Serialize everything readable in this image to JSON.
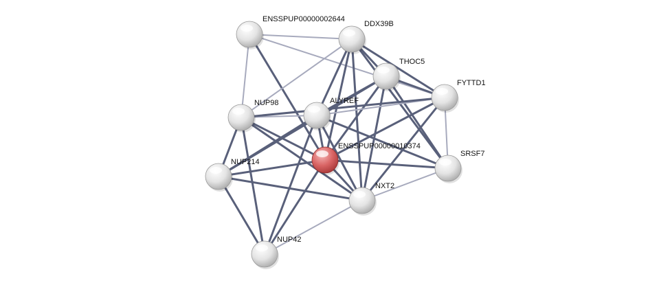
{
  "nodes": [
    {
      "id": "n_2644",
      "label": "ENSSPUP00000002644",
      "query": false
    },
    {
      "id": "n_ddx39b",
      "label": "DDX39B",
      "query": false
    },
    {
      "id": "n_thoc5",
      "label": "THOC5",
      "query": false
    },
    {
      "id": "n_fyttd1",
      "label": "FYTTD1",
      "query": false
    },
    {
      "id": "n_nup98",
      "label": "NUP98",
      "query": false
    },
    {
      "id": "n_alyref",
      "label": "ALYREF",
      "query": false
    },
    {
      "id": "n_10374",
      "label": "ENSSPUP00000010374",
      "query": true
    },
    {
      "id": "n_srsf7",
      "label": "SRSF7",
      "query": false
    },
    {
      "id": "n_nup214",
      "label": "NUP214",
      "query": false
    },
    {
      "id": "n_nxt2",
      "label": "NXT2",
      "query": false
    },
    {
      "id": "n_nup42",
      "label": "NUP42",
      "query": false
    }
  ],
  "edges": [
    {
      "source": "n_2644",
      "target": "n_ddx39b",
      "strength": "weak"
    },
    {
      "source": "n_2644",
      "target": "n_fyttd1",
      "strength": "weak"
    },
    {
      "source": "n_2644",
      "target": "n_nup98",
      "strength": "weak"
    },
    {
      "source": "n_2644",
      "target": "n_10374",
      "strength": "strong"
    },
    {
      "source": "n_ddx39b",
      "target": "n_thoc5",
      "strength": "strong"
    },
    {
      "source": "n_ddx39b",
      "target": "n_fyttd1",
      "strength": "strong"
    },
    {
      "source": "n_ddx39b",
      "target": "n_alyref",
      "strength": "strong"
    },
    {
      "source": "n_ddx39b",
      "target": "n_10374",
      "strength": "strong"
    },
    {
      "source": "n_ddx39b",
      "target": "n_nup98",
      "strength": "weak"
    },
    {
      "source": "n_ddx39b",
      "target": "n_nxt2",
      "strength": "strong"
    },
    {
      "source": "n_ddx39b",
      "target": "n_srsf7",
      "strength": "strong"
    },
    {
      "source": "n_thoc5",
      "target": "n_fyttd1",
      "strength": "strong"
    },
    {
      "source": "n_thoc5",
      "target": "n_alyref",
      "strength": "strong"
    },
    {
      "source": "n_thoc5",
      "target": "n_10374",
      "strength": "strong"
    },
    {
      "source": "n_thoc5",
      "target": "n_nxt2",
      "strength": "strong"
    },
    {
      "source": "n_thoc5",
      "target": "n_srsf7",
      "strength": "strong"
    },
    {
      "source": "n_thoc5",
      "target": "n_nup214",
      "strength": "strong"
    },
    {
      "source": "n_fyttd1",
      "target": "n_alyref",
      "strength": "weak"
    },
    {
      "source": "n_fyttd1",
      "target": "n_10374",
      "strength": "strong"
    },
    {
      "source": "n_fyttd1",
      "target": "n_nxt2",
      "strength": "strong"
    },
    {
      "source": "n_fyttd1",
      "target": "n_srsf7",
      "strength": "weak"
    },
    {
      "source": "n_nup98",
      "target": "n_alyref",
      "strength": "weak"
    },
    {
      "source": "n_nup98",
      "target": "n_10374",
      "strength": "strong"
    },
    {
      "source": "n_nup98",
      "target": "n_nup214",
      "strength": "strong"
    },
    {
      "source": "n_nup98",
      "target": "n_nup42",
      "strength": "strong"
    },
    {
      "source": "n_nup98",
      "target": "n_nxt2",
      "strength": "strong"
    },
    {
      "source": "n_nup98",
      "target": "n_fyttd1",
      "strength": "strong"
    },
    {
      "source": "n_alyref",
      "target": "n_10374",
      "strength": "strong"
    },
    {
      "source": "n_alyref",
      "target": "n_nxt2",
      "strength": "strong"
    },
    {
      "source": "n_alyref",
      "target": "n_srsf7",
      "strength": "strong"
    },
    {
      "source": "n_alyref",
      "target": "n_nup214",
      "strength": "strong"
    },
    {
      "source": "n_alyref",
      "target": "n_nup42",
      "strength": "strong"
    },
    {
      "source": "n_10374",
      "target": "n_srsf7",
      "strength": "strong"
    },
    {
      "source": "n_10374",
      "target": "n_nxt2",
      "strength": "strong"
    },
    {
      "source": "n_10374",
      "target": "n_nup214",
      "strength": "strong"
    },
    {
      "source": "n_10374",
      "target": "n_nup42",
      "strength": "strong"
    },
    {
      "source": "n_nup214",
      "target": "n_nxt2",
      "strength": "strong"
    },
    {
      "source": "n_nup214",
      "target": "n_nup42",
      "strength": "strong"
    },
    {
      "source": "n_nxt2",
      "target": "n_srsf7",
      "strength": "weak"
    },
    {
      "source": "n_nxt2",
      "target": "n_nup42",
      "strength": "weak"
    }
  ],
  "colors": {
    "edge_strong": "#59607a",
    "edge_weak": "#a7aabd",
    "node_light": "#ffffff",
    "node_mid": "#e4e4e4",
    "node_dark": "#a9a9a9",
    "query_light": "#f6b8b8",
    "query_mid": "#d96565",
    "query_dark": "#a83737",
    "label_text": "#111111"
  }
}
